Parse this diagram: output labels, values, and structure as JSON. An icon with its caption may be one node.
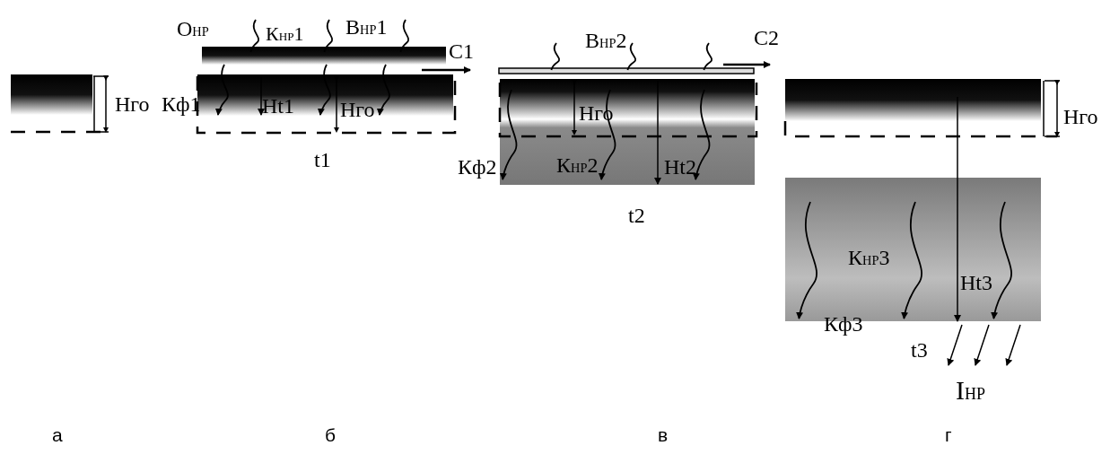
{
  "diagram": {
    "labels": [
      "Нго",
      "О$_{НР}$",
      "К$_{НР}$1",
      "В$_{НР}$1",
      "С1",
      "Кф1",
      "Нt1",
      "Нго",
      "t1",
      "В$_{НР}$2",
      "С2",
      "Нго",
      "Кф2",
      "К$_{НР}$2",
      "Нt2",
      "t2",
      "Нго",
      "К$_{НР}$3",
      "Нt3",
      "Кф3",
      "t3",
      "I$_{НР}$",
      "а",
      "б",
      "в",
      "г"
    ]
  }
}
